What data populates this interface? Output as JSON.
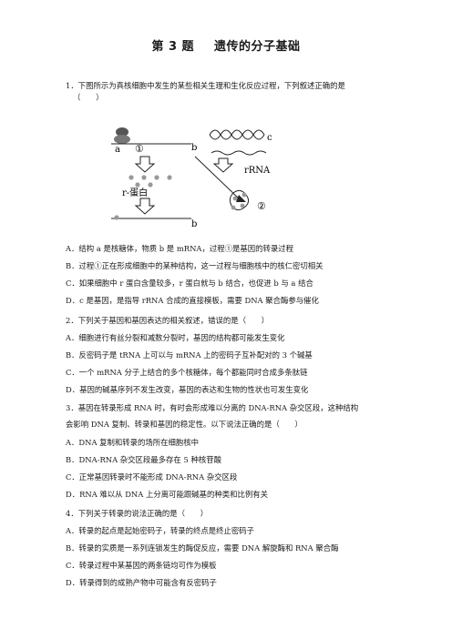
{
  "title": {
    "number": "第 3 题",
    "topic": "遗传的分子基础"
  },
  "q1": {
    "stem": "1．下图所示为真核细胞中发生的某些相关生理和生化反应过程，下列叙述正确的是",
    "paren": "（　　）",
    "figure": {
      "label_a": "a",
      "label_1": "①",
      "label_b_top": "b",
      "label_c": "c",
      "label_rRNA": "rRNA",
      "label_rprotein": "r-蛋白",
      "label_2": "②",
      "label_b_bottom": "b"
    },
    "options": [
      "A．结构 a 是核糖体，物质 b 是 mRNA，过程①是基因的转录过程",
      "B．过程①正在形成细胞中的某种结构，这一过程与细胞核中的核仁密切相关",
      "C．如果细胞中 r 蛋白含量较多，r 蛋白就与 b 结合，也促进 b 与 a 结合",
      "D．c 是基因，是指导 rRNA 合成的直接模板，需要 DNA 聚合酶参与催化"
    ]
  },
  "q2": {
    "stem": "2．下列关于基因和基因表达的相关叙述，错误的是（　　）",
    "options": [
      "A．细胞进行有丝分裂和减数分裂时，基因的结构都可能发生变化",
      "B．反密码子是 tRNA 上可以与 mRNA 上的密码子互补配对的 3 个碱基",
      "C．一个 mRNA 分子上结合的多个核糖体，每个都能同时合成多条肽链",
      "D．基因的碱基序列不发生改变，基因的表达和生物的性状也可发生变化"
    ]
  },
  "q3": {
    "stem_line1": "3．基因在转录形成 RNA 时，有时会形成难以分离的 DNA-RNA 杂交区段，这种结构",
    "stem_line2": "会影响 DNA 复制、转录和基因的稳定性。以下说法正确的是（　　）",
    "options": [
      "A．DNA 复制和转录的场所在细胞核中",
      "B．DNA-RNA 杂交区段最多存在 5 种核苷酸",
      "C．正常基因转录时不能形成 DNA-RNA 杂交区段",
      "D．RNA 难以从 DNA 上分离可能跟碱基的种类和比例有关"
    ]
  },
  "q4": {
    "stem": "4．下列关于转录的说法正确的是（　　）",
    "options": [
      "A．转录的起点是起始密码子，转录的终点是终止密码子",
      "B．转录的实质是一系列连锁发生的酶促反应，需要 DNA 解旋酶和 RNA 聚合酶",
      "C．转录过程中某基因的两条链均可作为模板",
      "D．转录得到的成熟产物中可能含有反密码子"
    ]
  }
}
